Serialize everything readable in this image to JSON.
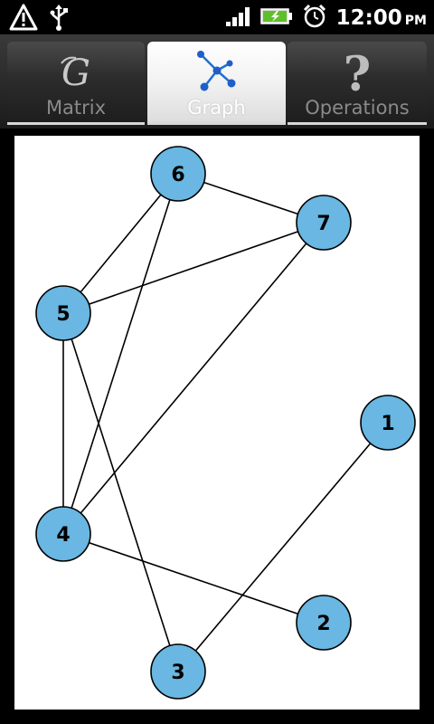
{
  "status_bar": {
    "time": "12:00",
    "ampm": "PM",
    "icons": [
      "warning-triangle-icon",
      "usb-icon",
      "signal-strength-icon",
      "battery-charging-icon",
      "alarm-clock-icon"
    ]
  },
  "tabs": [
    {
      "label": "Matrix",
      "icon": "script-g-icon",
      "selected": false
    },
    {
      "label": "Graph",
      "icon": "graph-nodes-icon",
      "selected": true
    },
    {
      "label": "Operations",
      "icon": "question-mark-icon",
      "selected": false
    }
  ],
  "graph": {
    "node_color": "#69b7e2",
    "nodes": [
      "1",
      "2",
      "3",
      "4",
      "5",
      "6",
      "7"
    ],
    "edges": [
      [
        "6",
        "7"
      ],
      [
        "6",
        "5"
      ],
      [
        "6",
        "4"
      ],
      [
        "7",
        "5"
      ],
      [
        "7",
        "4"
      ],
      [
        "5",
        "4"
      ],
      [
        "5",
        "3"
      ],
      [
        "4",
        "2"
      ],
      [
        "1",
        "3"
      ]
    ]
  }
}
